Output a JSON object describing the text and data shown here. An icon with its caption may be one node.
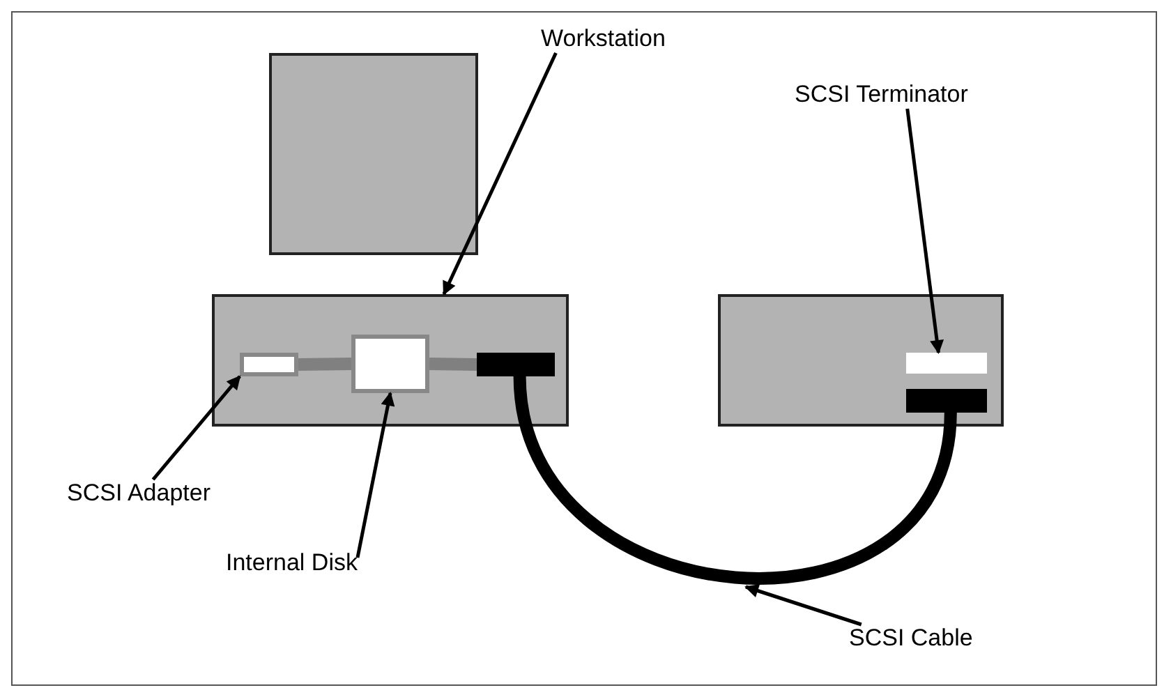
{
  "diagram": {
    "nodes": [
      {
        "text": [
          "Workstation"
        ]
      },
      {
        "text": [],
        "shape": "box"
      },
      {
        "text": [],
        "shape": "box"
      },
      {
        "text": [],
        "shape": "box",
        "in": 2
      },
      {
        "text": [],
        "shape": "box",
        "in": 2
      },
      {
        "text": [],
        "shape": "bar",
        "in": 2
      },
      {
        "text": [],
        "shape": "box"
      },
      {
        "text": [],
        "shape": "bar",
        "in": 6
      },
      {
        "text": [],
        "shape": "bar",
        "in": 6
      },
      {
        "text": [
          "SCSI Adapter"
        ]
      },
      {
        "text": [
          "Internal Disk"
        ]
      },
      {
        "text": [
          "SCSI Terminator"
        ]
      },
      {
        "text": [
          "SCSI Cable"
        ]
      }
    ],
    "edges": [
      {
        "from": 0,
        "to": 2,
        "arrow": "to"
      },
      {
        "from": 9,
        "to": 3,
        "arrow": "to"
      },
      {
        "from": 10,
        "to": 4,
        "arrow": "to"
      },
      {
        "from": 11,
        "to": 7,
        "arrow": "to"
      },
      {
        "from": 12,
        "to": null,
        "arrow": "to"
      },
      {
        "from": 3,
        "to": 4,
        "arrow": "none",
        "style": "thick",
        "color": "#808080"
      },
      {
        "from": 4,
        "to": 5,
        "arrow": "none",
        "style": "thick",
        "color": "#808080"
      },
      {
        "from": 5,
        "to": 8,
        "arrow": "none",
        "style": "thick"
      }
    ]
  }
}
